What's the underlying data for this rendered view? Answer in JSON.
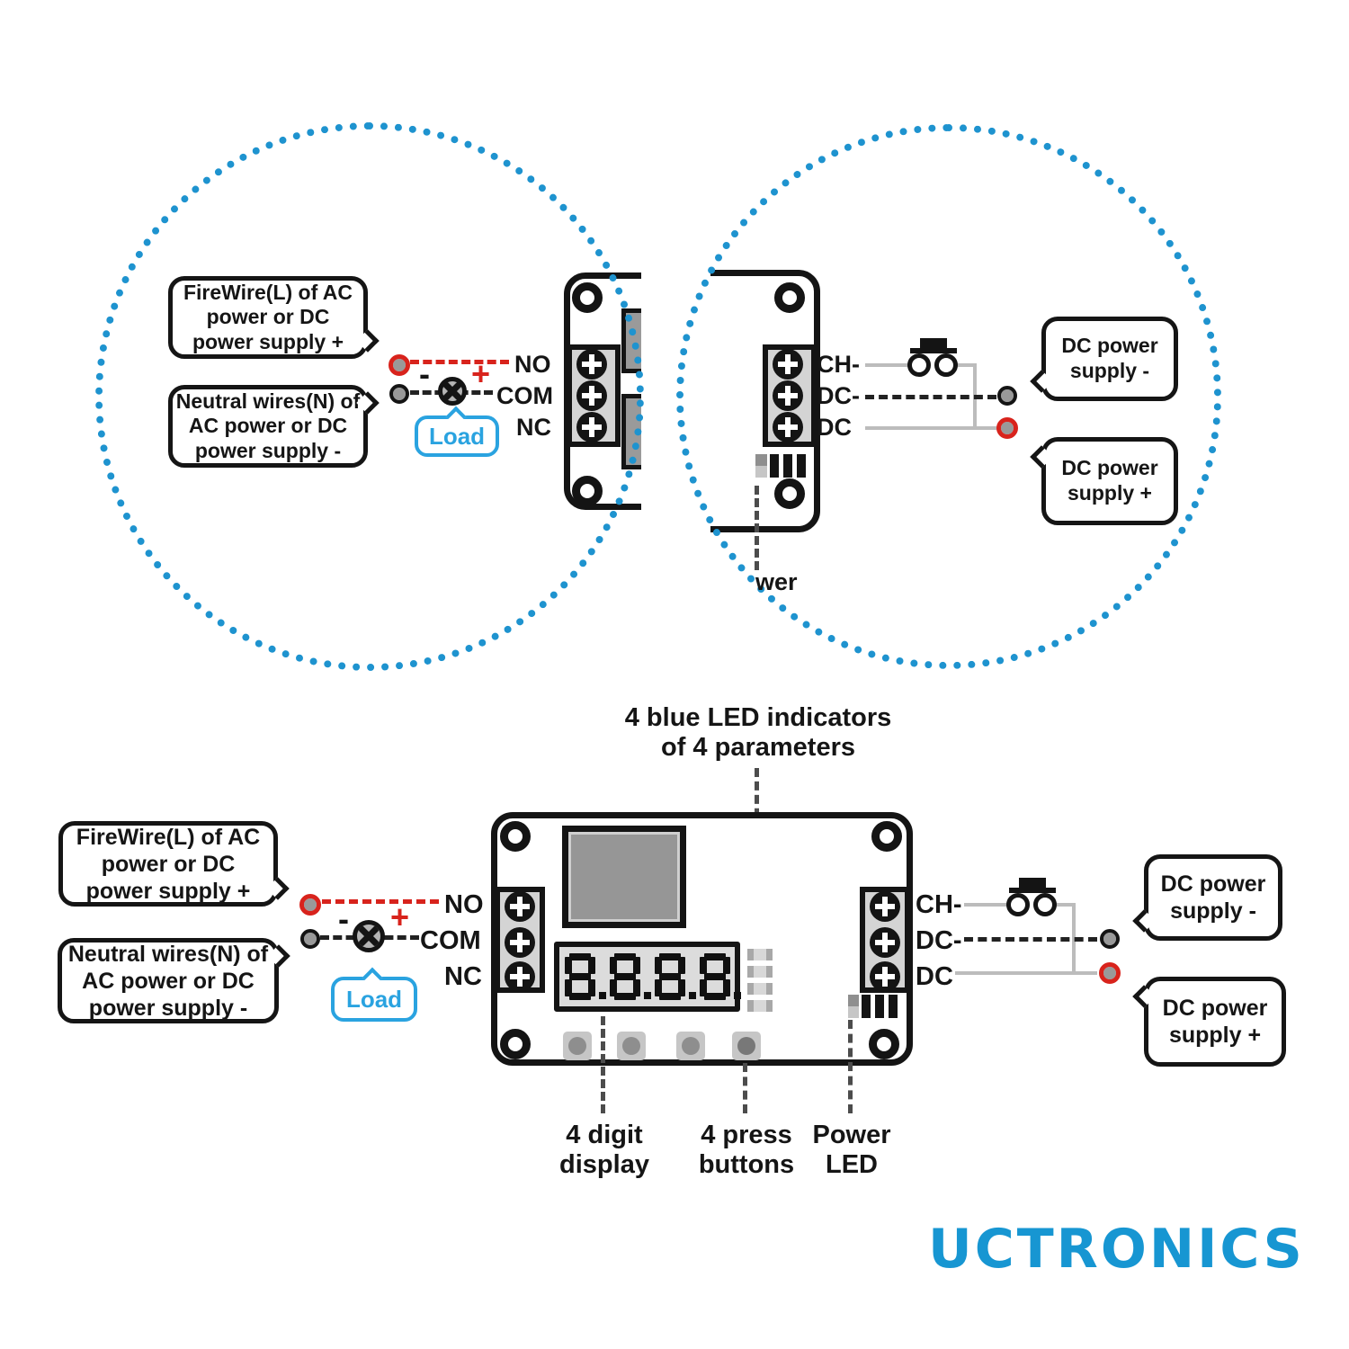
{
  "colors": {
    "accent_blue": "#1e93cf",
    "wire_red": "#d8231c",
    "load_blue": "#2aa3e0",
    "logo_blue": "#1796d2"
  },
  "bubbles": {
    "firewire": [
      "FireWire(L) of AC",
      "power or DC",
      "power supply +"
    ],
    "neutral": [
      "Neutral wires(N) of",
      "AC power or DC",
      "power supply -"
    ],
    "dc_minus": [
      "DC power",
      "supply -"
    ],
    "dc_plus": [
      "DC power",
      "supply +"
    ]
  },
  "load_label": "Load",
  "signs": {
    "minus": "-",
    "plus": "+"
  },
  "relay_terminals": [
    "NO",
    "COM",
    "NC"
  ],
  "input_terminals": [
    "CH-",
    "DC-",
    "DC"
  ],
  "annotations": {
    "led_indicators": [
      "4 blue LED indicators",
      "of 4 parameters"
    ],
    "digit_display": [
      "4 digit",
      "display"
    ],
    "press_buttons": [
      "4 press",
      "buttons"
    ],
    "power_led": [
      "Power",
      "LED"
    ],
    "partial_power_label": "wer"
  },
  "display": {
    "value": "8.8.8.8.",
    "digits": [
      "8",
      "8",
      "8",
      "8"
    ]
  },
  "logo_text": "UCTRONICS"
}
